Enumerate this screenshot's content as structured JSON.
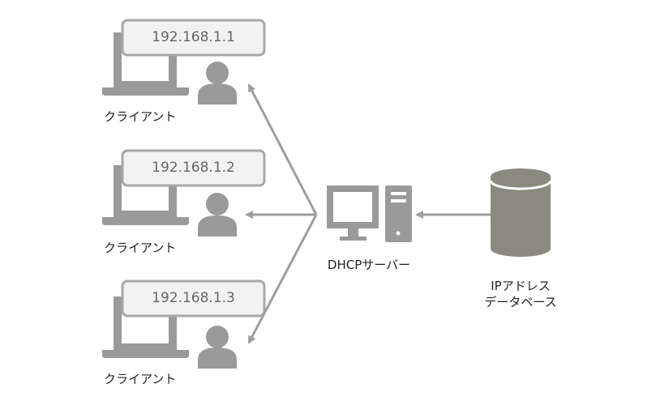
{
  "clients": [
    {
      "ip": "192.168.1.1",
      "label": "クライアント"
    },
    {
      "ip": "192.168.1.2",
      "label": "クライアント"
    },
    {
      "ip": "192.168.1.3",
      "label": "クライアント"
    }
  ],
  "server": {
    "label": "DHCPサーバー"
  },
  "database": {
    "label_line1": "IPアドレス",
    "label_line2": "データベース"
  },
  "colors": {
    "device": "#9a9a9a",
    "arrow": "#9e9e9e",
    "cylinder": "#8a8a80",
    "cylinder_top": "#9b9b92",
    "ip_box_fill": "#f2f2f2",
    "ip_box_border": "#a8a8a8",
    "text": "#222222"
  }
}
